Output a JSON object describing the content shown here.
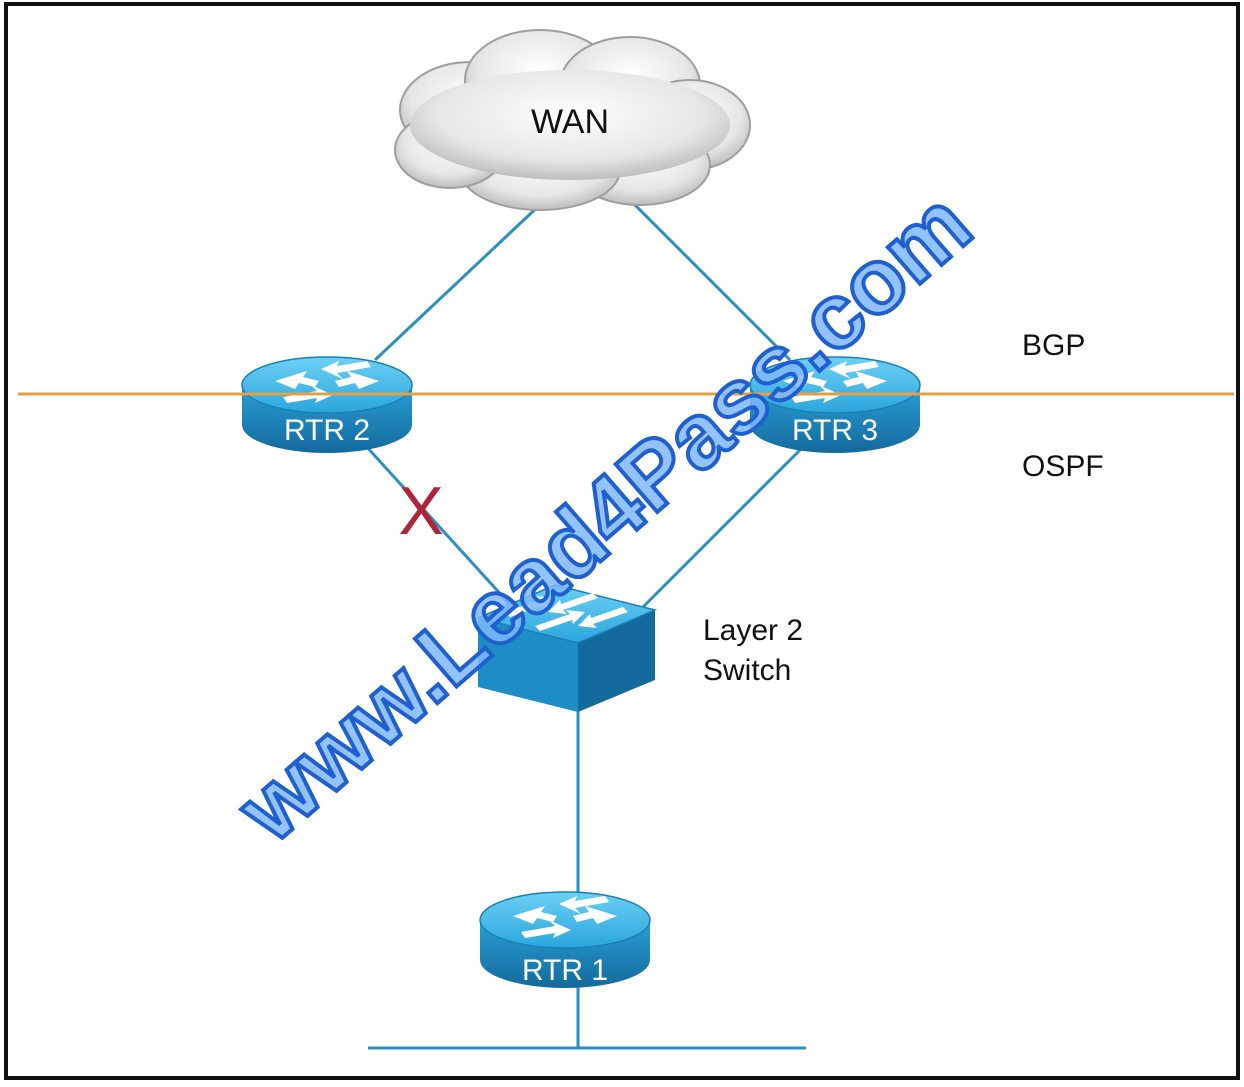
{
  "nodes": {
    "wan": "WAN",
    "rtr2": "RTR 2",
    "rtr3": "RTR 3",
    "rtr1": "RTR 1",
    "switch_line1": "Layer 2",
    "switch_line2": "Switch"
  },
  "zones": {
    "upper": "BGP",
    "lower": "OSPF"
  },
  "link_failure_mark": "X",
  "watermark": "www.Lead4Pass.com",
  "colors": {
    "link": "#2b8fc0",
    "device_top": "#3fb6e8",
    "device_side": "#1a7fb5",
    "boundary_line": "#e0a04a",
    "failure_mark": "#b0243a",
    "watermark_fill": "#7fb8ff",
    "watermark_stroke": "#1f5fd0"
  }
}
